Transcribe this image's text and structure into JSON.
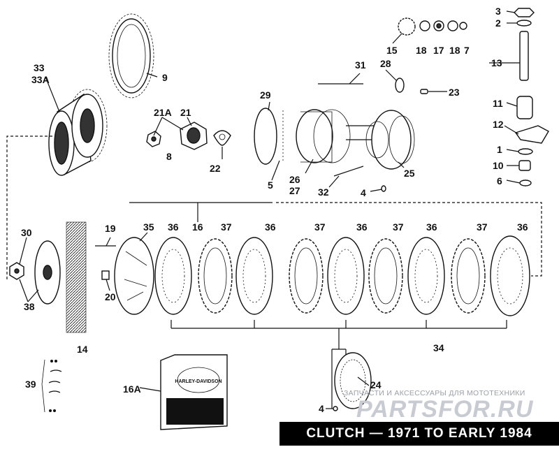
{
  "title": "CLUTCH — 1971 TO EARLY 1984",
  "watermark": {
    "tagline": "ЗАПЧАСТИ И АКСЕССУАРЫ ДЛЯ МОТОТЕХНИКИ",
    "logo": "PARTSFOR.RU"
  },
  "box_logo": "HARLEY-DAVIDSON",
  "labels": {
    "p1": "1",
    "p2": "2",
    "p3": "3",
    "p4a": "4",
    "p4b": "4",
    "p5": "5",
    "p6": "6",
    "p7": "7",
    "p8": "8",
    "p9": "9",
    "p10": "10",
    "p11": "11",
    "p12": "12",
    "p13": "13",
    "p14": "14",
    "p15": "15",
    "p16": "16",
    "p16a": "16A",
    "p17": "17",
    "p18a": "18",
    "p18b": "18",
    "p19": "19",
    "p20": "20",
    "p21": "21",
    "p21a": "21A",
    "p22": "22",
    "p23": "23",
    "p24": "24",
    "p25": "25",
    "p26": "26",
    "p27": "27",
    "p28": "28",
    "p29": "29",
    "p30": "30",
    "p31": "31",
    "p32": "32",
    "p33": "33",
    "p33a": "33A",
    "p34": "34",
    "p35": "35",
    "p36a": "36",
    "p36b": "36",
    "p36c": "36",
    "p36d": "36",
    "p36e": "36",
    "p37a": "37",
    "p37b": "37",
    "p37c": "37",
    "p37d": "37",
    "p38": "38",
    "p39": "39"
  }
}
